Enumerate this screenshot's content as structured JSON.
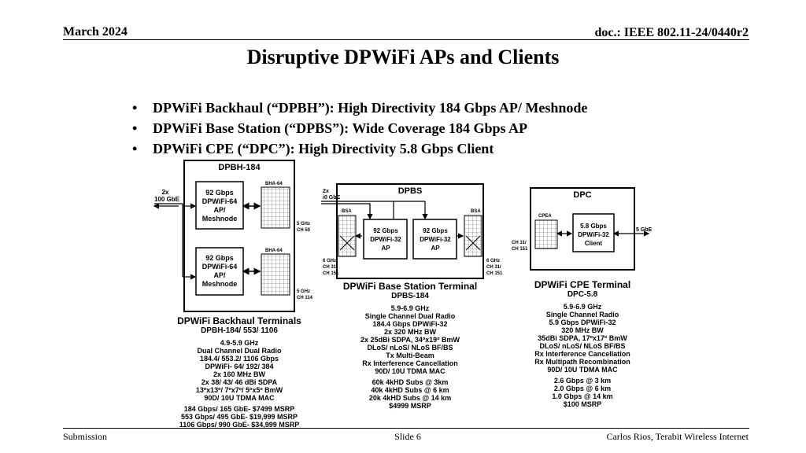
{
  "header": {
    "date": "March 2024",
    "doc": "doc.: IEEE 802.11-24/0440r2"
  },
  "title": "Disruptive DPWiFi APs and Clients",
  "bullets": [
    "DPWiFi Backhaul (“DPBH”): High Directivity 184 Gbps AP/ Meshnode",
    "DPWiFi Base Station (“DPBS”): Wide Coverage 184 Gbps AP",
    "DPWiFi CPE (“DPC”): High Directivity 5.8 Gbps Client"
  ],
  "dpbh": {
    "box_title": "DPBH-184",
    "input_label": [
      "2x",
      "100 GbE"
    ],
    "module1": [
      "92 Gbps",
      "DPWiFi-64",
      "AP/",
      "Meshnode"
    ],
    "module2": [
      "92 Gbps",
      "DPWiFi-64",
      "AP/",
      "Meshnode"
    ],
    "antenna1": "BHA-64",
    "antenna2": "BHA-64",
    "band1": [
      "5 GHz",
      "CH 50"
    ],
    "band2": [
      "5 GHz",
      "CH 114"
    ],
    "caption": "DPWiFi Backhaul Terminals",
    "model": "DPBH-184/ 553/ 1106",
    "specs": [
      "4.9-5.9 GHz",
      "Dual Channel Dual Radio",
      "184.4/ 553.2/ 1106 Gbps",
      "DPWiFi- 64/ 192/ 384",
      "2x 160 MHz BW",
      "2x 38/ 43/ 46 dBi SDPA",
      "13ºx13º/ 7ºx7º/ 5ºx5º BmW",
      "90D/ 10U TDMA MAC"
    ],
    "prices": [
      "184 Gbps/ 165 GbE- $7499 MSRP",
      "553 Gbps/ 495 GbE- $19,999 MSRP",
      "1106 Gbps/ 990 GbE- $34,999 MSRP"
    ]
  },
  "dpbs": {
    "box_title": "DPBS",
    "input_label": [
      "2x",
      "i0 GbE"
    ],
    "module1": [
      "92 Gbps",
      "DPWiFi-32",
      "AP"
    ],
    "module2": [
      "92 Gbps",
      "DPWiFi-32",
      "AP"
    ],
    "antenna_left": "BSA",
    "antenna_right": "BSA",
    "band_left": [
      "6 GHz",
      "CH 31/",
      "CH 151"
    ],
    "band_right": [
      "6 GHz",
      "CH 31/",
      "CH 151"
    ],
    "caption": "DPWiFi Base Station Terminal",
    "model": "DPBS-184",
    "specs": [
      "5.9-6.9 GHz",
      "Single Channel Dual Radio",
      "184.4 Gbps DPWiFi-32",
      "2x 320 MHz BW",
      "2x 25dBi SDPA, 34ºx19º BmW",
      "DLoS/ nLoS/ NLoS BF/BS",
      "Tx Multi-Beam",
      "Rx Interference Cancellation",
      "90D/ 10U TDMA MAC"
    ],
    "prices": [
      "60k 4kHD Subs @ 3km",
      "40k 4kHD Subs @ 6 km",
      "20k 4kHD Subs @ 14 km",
      "$4999 MSRP"
    ]
  },
  "dpc": {
    "box_title": "DPC",
    "antenna": "CPEA",
    "module": [
      "5.8 Gbps",
      "DPWiFi-32",
      "Client"
    ],
    "band": [
      "CH 31/",
      "CH 151"
    ],
    "output_label": "5 GbE",
    "caption": "DPWiFi CPE Terminal",
    "model": "DPC-5.8",
    "specs": [
      "5.9-6.9 GHz",
      "Single Channel Radio",
      "5.9 Gbps DPWiFi-32",
      "320 MHz BW",
      "35dBi SDPA, 17ºx17º BmW",
      "DLoS/ nLoS/ NLoS BF/BS",
      "Rx Interference Cancellation",
      "Rx Multipath Recombination",
      "90D/ 10U TDMA MAC"
    ],
    "prices": [
      "2.6 Gbps @ 3 km",
      "2.0 Gbps @ 6 km",
      "1.0 Gbps @ 14 km",
      "$100 MSRP"
    ]
  },
  "footer": {
    "left": "Submission",
    "center": "Slide 6",
    "right": "Carlos Rios, Terabit Wireless Internet"
  }
}
